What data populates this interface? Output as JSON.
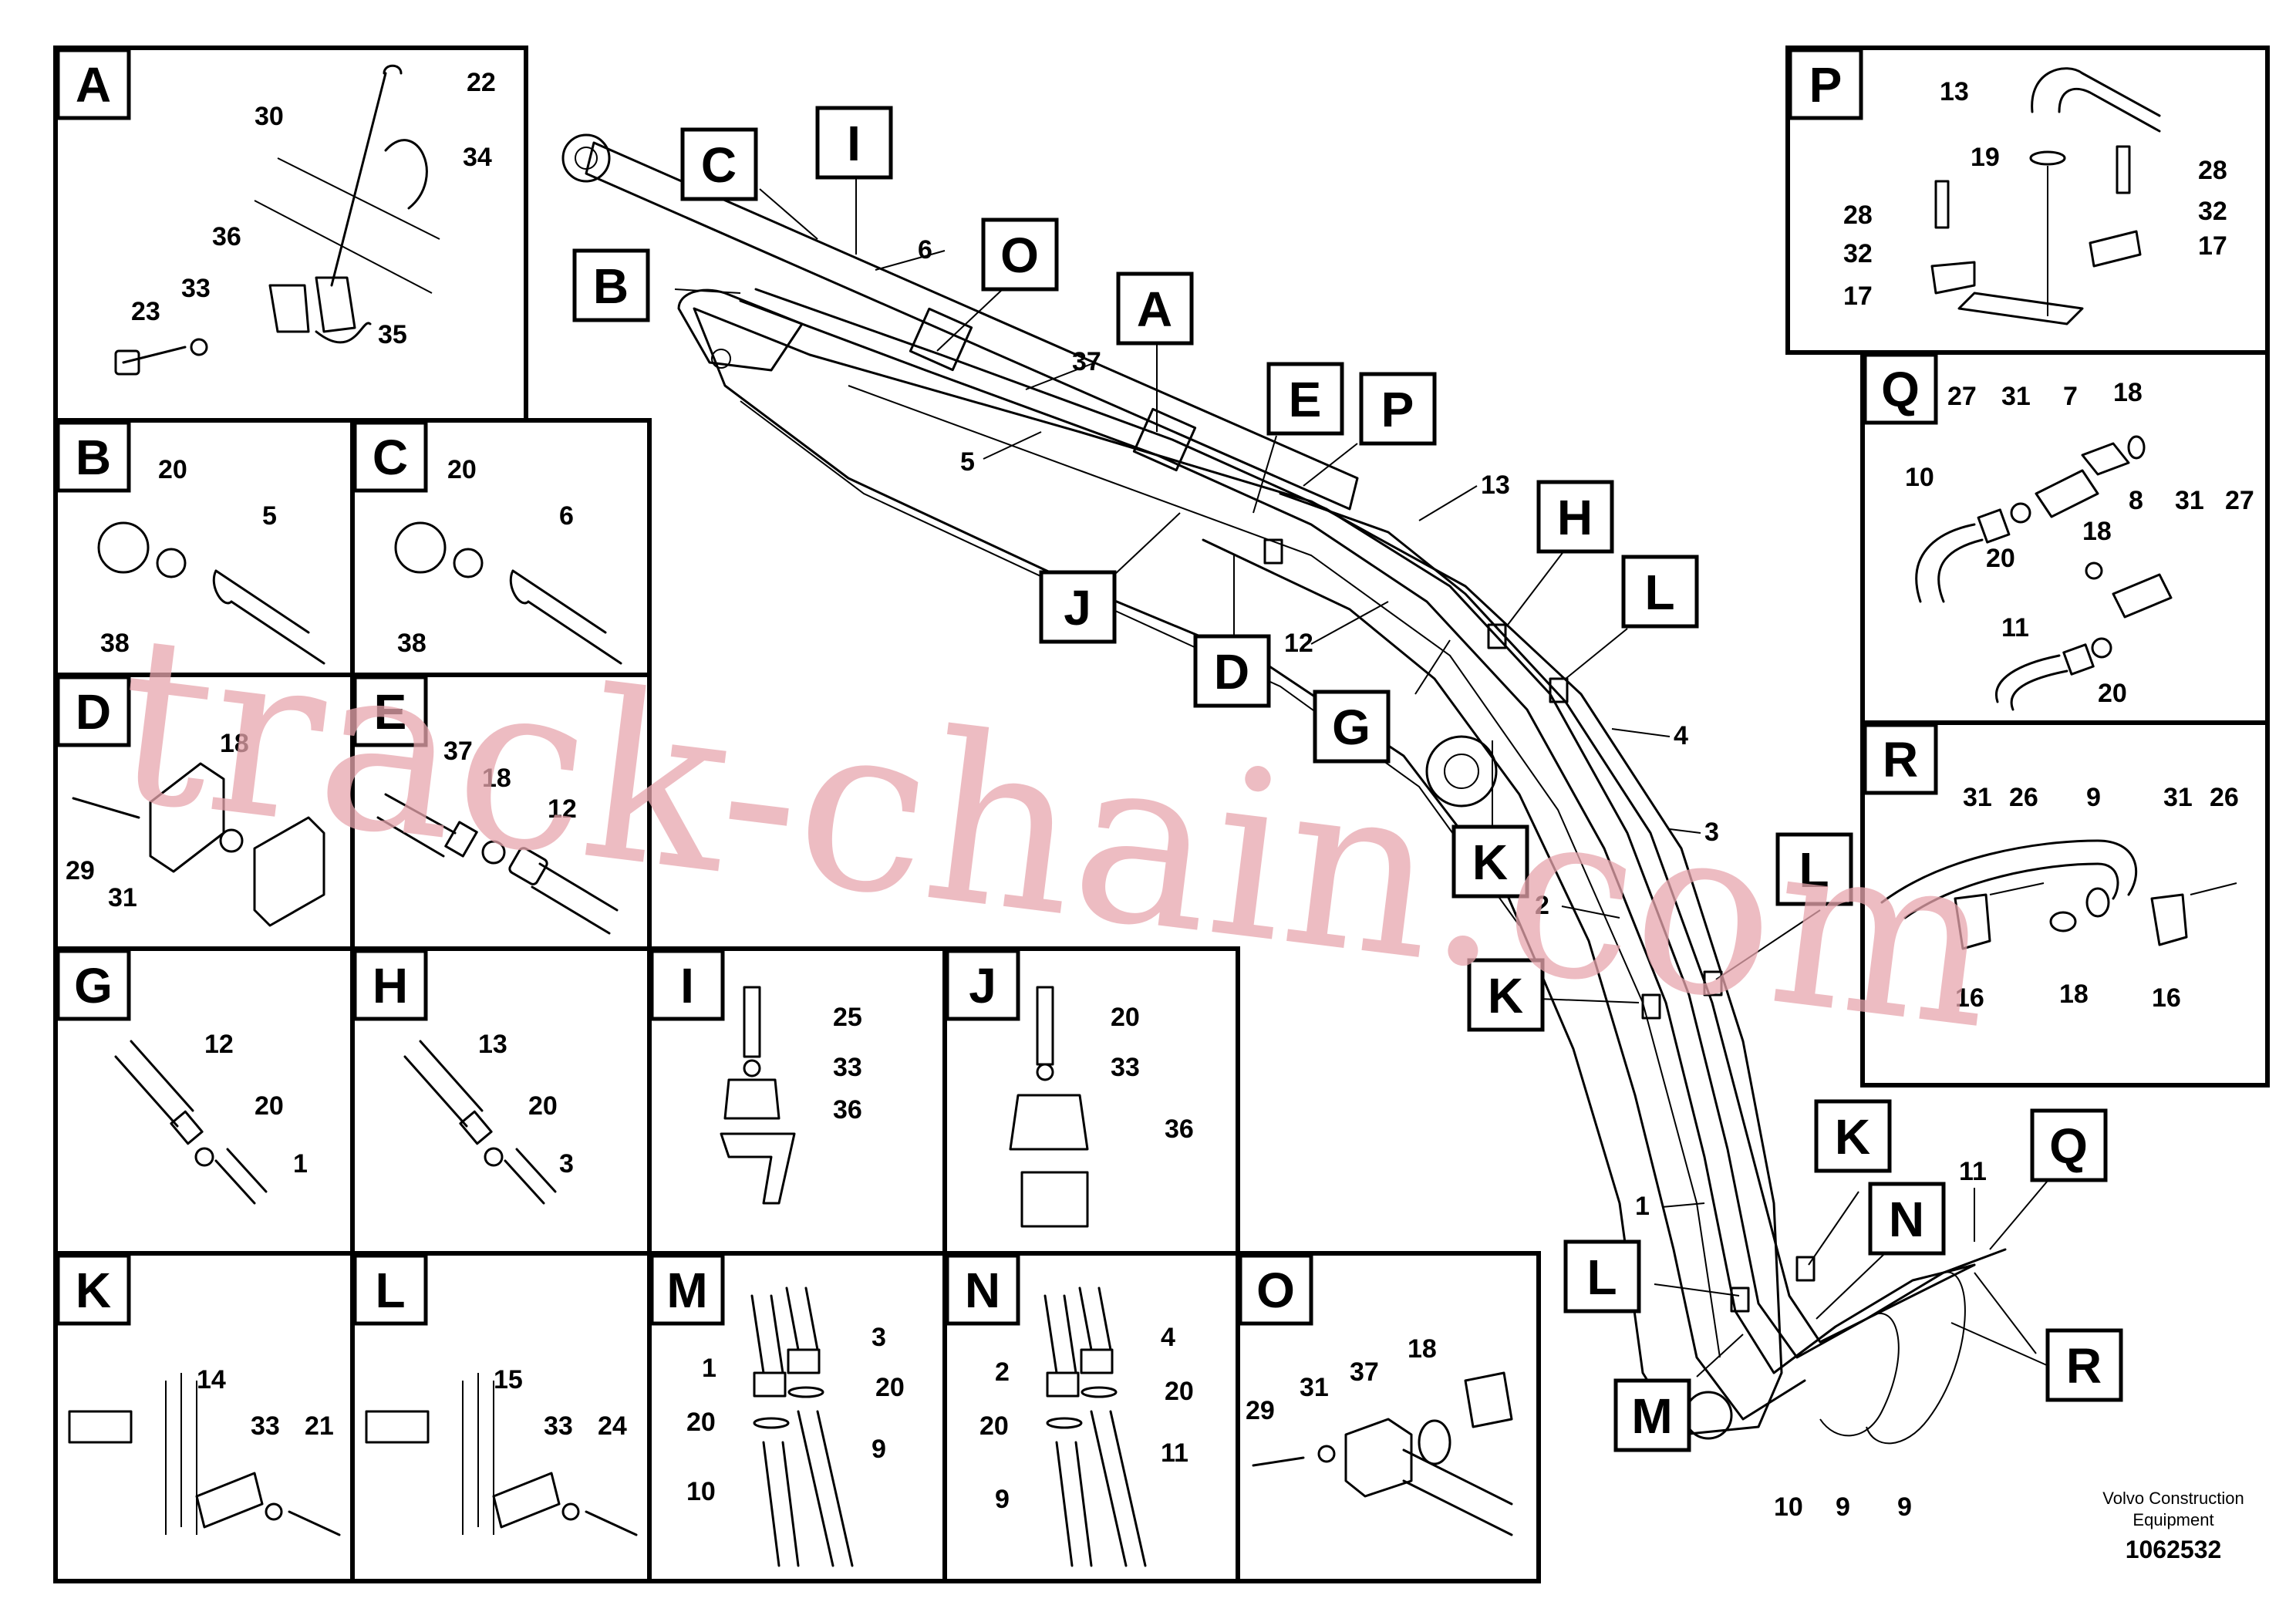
{
  "boxes": [
    {
      "id": "A",
      "labels": [
        "22",
        "30",
        "34",
        "36",
        "33",
        "23",
        "35"
      ]
    },
    {
      "id": "B",
      "labels": [
        "20",
        "5",
        "38"
      ]
    },
    {
      "id": "C",
      "labels": [
        "20",
        "6",
        "38"
      ]
    },
    {
      "id": "D",
      "labels": [
        "18",
        "29",
        "31"
      ]
    },
    {
      "id": "E",
      "labels": [
        "37",
        "18",
        "12"
      ]
    },
    {
      "id": "G",
      "labels": [
        "12",
        "20",
        "1"
      ]
    },
    {
      "id": "H",
      "labels": [
        "13",
        "20",
        "3"
      ]
    },
    {
      "id": "I",
      "labels": [
        "25",
        "33",
        "36"
      ]
    },
    {
      "id": "J",
      "labels": [
        "20",
        "33",
        "36"
      ]
    },
    {
      "id": "K",
      "labels": [
        "14",
        "33",
        "21"
      ]
    },
    {
      "id": "L",
      "labels": [
        "15",
        "33",
        "24"
      ]
    },
    {
      "id": "M",
      "labels": [
        "1",
        "3",
        "20",
        "20",
        "9",
        "10"
      ]
    },
    {
      "id": "N",
      "labels": [
        "2",
        "4",
        "20",
        "20",
        "11",
        "9"
      ]
    },
    {
      "id": "O",
      "labels": [
        "29",
        "31",
        "37",
        "18"
      ]
    },
    {
      "id": "P",
      "labels": [
        "13",
        "19",
        "28",
        "32",
        "17",
        "28",
        "32",
        "17"
      ]
    },
    {
      "id": "Q",
      "labels": [
        "27",
        "31",
        "7",
        "18",
        "10",
        "20",
        "18",
        "8",
        "31",
        "27",
        "11",
        "20"
      ]
    },
    {
      "id": "R",
      "labels": [
        "31",
        "26",
        "9",
        "31",
        "26",
        "16",
        "18",
        "16"
      ]
    }
  ],
  "main": {
    "callouts": [
      "C",
      "I",
      "B",
      "O",
      "A",
      "E",
      "P",
      "J",
      "D",
      "H",
      "L",
      "G",
      "K",
      "L",
      "K",
      "K",
      "N",
      "Q",
      "L",
      "R",
      "M"
    ],
    "numbers": [
      "6",
      "37",
      "5",
      "13",
      "12",
      "4",
      "3",
      "2",
      "1",
      "11",
      "10",
      "9",
      "9"
    ]
  },
  "footer": {
    "brand_line1": "Volvo Construction",
    "brand_line2": "Equipment",
    "drawing_number": "1062532"
  },
  "watermark": "track-chain.com"
}
